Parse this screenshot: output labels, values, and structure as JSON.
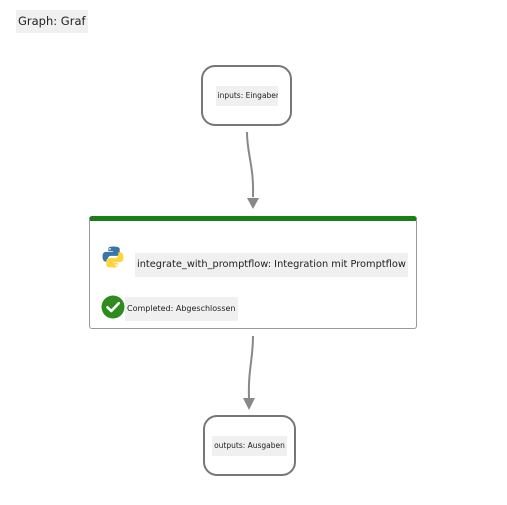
{
  "graph": {
    "title": "Graph: Graf"
  },
  "nodes": {
    "inputs": {
      "label": "inputs: Eingaben"
    },
    "task": {
      "name": "integrate_with_promptflow: Integration mit Promptflow",
      "status": "Completed: Abgeschlossen",
      "icon": "python-icon",
      "status_icon": "check-circle-icon",
      "accent_color": "#1a7f1a",
      "status_color": "#2e8b1e"
    },
    "outputs": {
      "label": "outputs: Ausgaben"
    }
  },
  "colors": {
    "border": "#777777",
    "edge": "#888888",
    "label_background": "#f0f0f0"
  }
}
